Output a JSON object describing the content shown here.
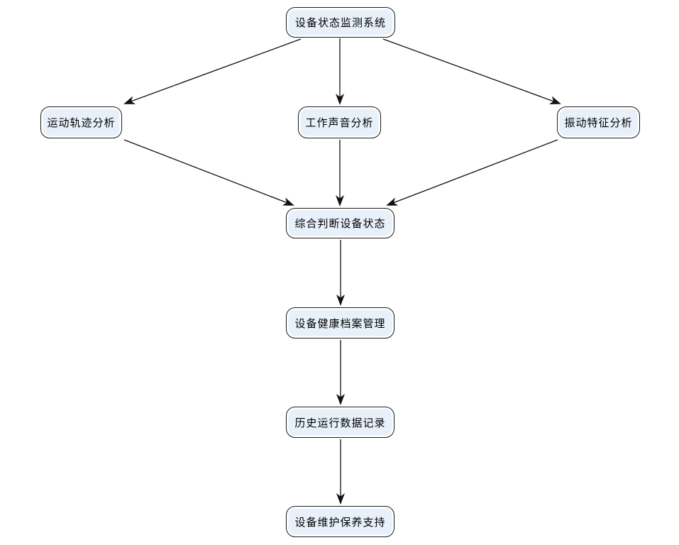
{
  "diagram": {
    "type": "flowchart",
    "colors": {
      "background": "#ffffff",
      "node_fill": "#e8f1fa",
      "node_inner_ring": "#ffffff",
      "node_border": "#1c1c1c",
      "arrow": "#111111",
      "text": "#000000"
    },
    "nodes": [
      {
        "id": "root",
        "label": "设备状态监测系统"
      },
      {
        "id": "motion",
        "label": "运动轨迹分析"
      },
      {
        "id": "sound",
        "label": "工作声音分析"
      },
      {
        "id": "vibration",
        "label": "振动特征分析"
      },
      {
        "id": "judge",
        "label": "综合判断设备状态"
      },
      {
        "id": "health",
        "label": "设备健康档案管理"
      },
      {
        "id": "history",
        "label": "历史运行数据记录"
      },
      {
        "id": "maintain",
        "label": "设备维护保养支持"
      }
    ],
    "edges": [
      {
        "from": "root",
        "to": "motion"
      },
      {
        "from": "root",
        "to": "sound"
      },
      {
        "from": "root",
        "to": "vibration"
      },
      {
        "from": "motion",
        "to": "judge"
      },
      {
        "from": "sound",
        "to": "judge"
      },
      {
        "from": "vibration",
        "to": "judge"
      },
      {
        "from": "judge",
        "to": "health"
      },
      {
        "from": "health",
        "to": "history"
      },
      {
        "from": "history",
        "to": "maintain"
      }
    ]
  }
}
